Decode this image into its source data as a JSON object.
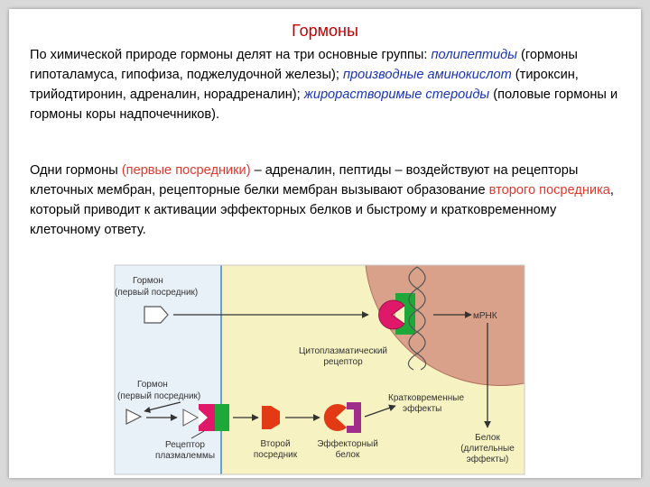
{
  "title": "Гормоны",
  "para1": {
    "intro": "По химической природе гормоны делят на три основные группы: ",
    "g1": "полипептиды",
    "g1_text": " (гормоны гипоталамуса, гипофиза, поджелудочной железы); ",
    "g2": "производные аминокислот",
    "g2_text": " (тироксин, трийодтиронин, адреналин, норадреналин); ",
    "g3": "жирорастворимые стероиды",
    "g3_text": " (половые гормоны и гормоны коры надпочечников)."
  },
  "para2": {
    "t1": "Одни гормоны ",
    "r1": "(первые посредники)",
    "t2": " – адреналин, пептиды – воздействуют на рецепторы клеточных мембран, рецепторные белки мембран вызывают образование ",
    "r2": "второго посредника",
    "t3": ", который приводит к активации эффекторных белков и быстрому и кратковременному клеточному ответу."
  },
  "diagram": {
    "hormone_top_1": "Гормон",
    "hormone_top_2": "(первый посредник)",
    "hormone_bottom_1": "Гормон",
    "hormone_bottom_2": "(первый посредник)",
    "cyto_receptor_1": "Цитоплазматический",
    "cyto_receptor_2": "рецептор",
    "mrna": "мРНК",
    "short_effects_1": "Кратковременные",
    "short_effects_2": "эффекты",
    "receptor_1": "Рецептор",
    "receptor_2": "плазмалеммы",
    "second_1": "Второй",
    "second_2": "посредник",
    "effector_1": "Эффекторный",
    "effector_2": "белок",
    "protein_1": "Белок",
    "protein_2": "(длительные",
    "protein_3": "эффекты)",
    "colors": {
      "extracellular": "#e8f0f8",
      "cytoplasm": "#f6f2c2",
      "nucleus": "#d9a08a",
      "hormone_magenta": "#e0186a",
      "receptor_green": "#1fa73a",
      "second_messenger": "#e13a14",
      "effector_purple": "#a02c8c"
    }
  }
}
